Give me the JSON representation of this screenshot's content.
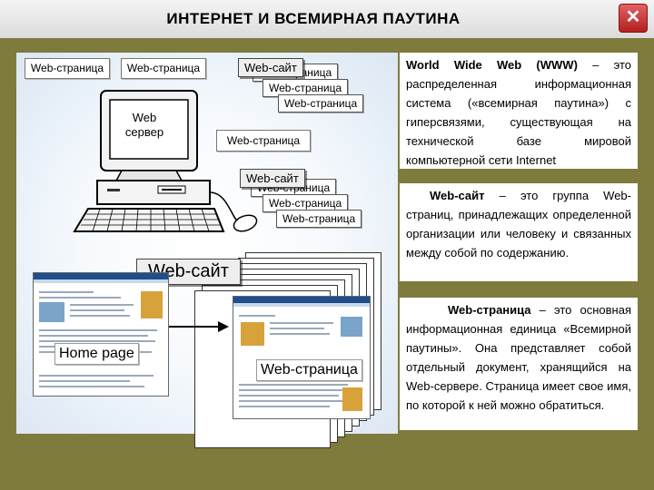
{
  "title": "ИНТЕРНЕТ И ВСЕМИРНАЯ ПАУТИНА",
  "close_glyph": "✕",
  "diagram": {
    "page_label": "Web-страница",
    "site_label": "Web-сайт",
    "site_label_big": "Web-сайт",
    "server_label": "Web сервер",
    "home_label": "Home page",
    "page_label_big": "Web-страница"
  },
  "definitions": {
    "www_term": "World Wide Web (WWW)",
    "www_text": " – это распределенная информационная система («всемирная паутина») с гиперсвязями, существующая на технической базе мировой компьютерной сети Internet",
    "site_term": "Web-сайт",
    "site_text": " – это группа Web-страниц, принадлежащих определенной организации или человеку и связанных между собой по содержанию.",
    "page_term": "Web-страница",
    "page_text": " – это основная информационная единица «Всемирной паутины». Она представляет собой отдельный документ, хранящийся на Web-сервере. Страница имеет свое имя, по которой к ней можно обратиться."
  },
  "colors": {
    "panel": "#7e7b3d",
    "close": "#c23232"
  },
  "icons": [
    "close-icon",
    "computer-icon",
    "keyboard-icon",
    "mouse-icon",
    "arrow-icon"
  ]
}
